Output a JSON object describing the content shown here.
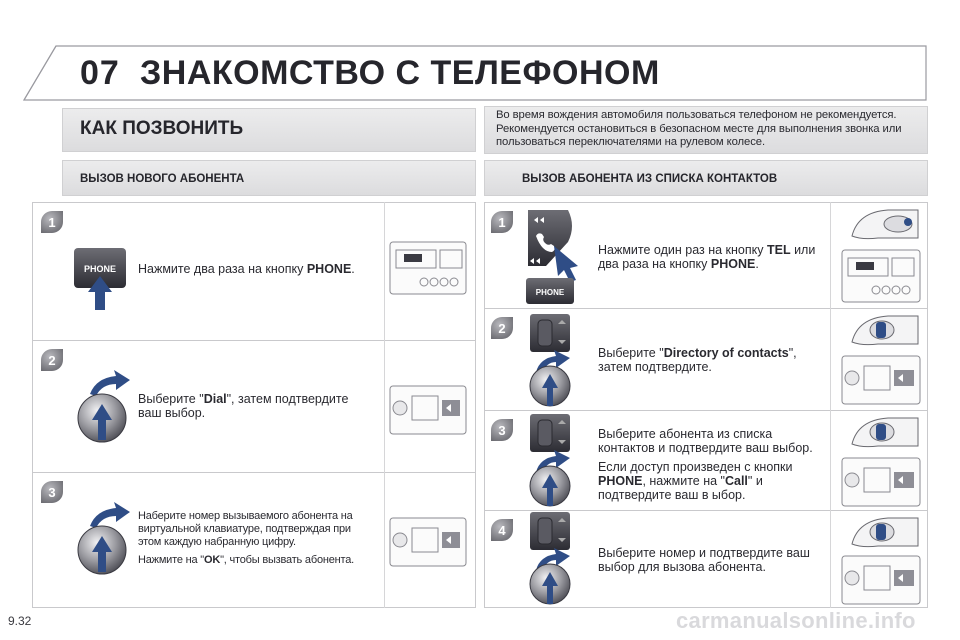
{
  "header": {
    "chapter_number": "07",
    "chapter_title": "ЗНАКОМСТВО С ТЕЛЕФОНОМ"
  },
  "section": {
    "title": "КАК ПОЗВОНИТЬ",
    "warning": "Во время вождения автомобиля пользоваться телефоном не рекомендуется. Рекомендуется остановиться в безопасном месте для выполнения звонка или пользоваться переключателями на рулевом колесе."
  },
  "left": {
    "title": "ВЫЗОВ НОВОГО АБОНЕНТА",
    "steps": [
      {
        "num": "1",
        "pre": "Нажмите два раза на кнопку ",
        "bold": "PHONE",
        "post": "."
      },
      {
        "num": "2",
        "pre": "Выберите \"",
        "bold": "Dial",
        "post": "\", затем подтвердите ваш выбор."
      },
      {
        "num": "3",
        "line1": "Наберите номер вызываемого абонента на виртуальной клавиатуре, подтверждая при этом каждую набранную цифру.",
        "line2_pre": "Нажмите на \"",
        "line2_bold": "OK",
        "line2_post": "\", чтобы вызвать абонента."
      }
    ]
  },
  "right": {
    "title": "ВЫЗОВ АБОНЕНТА ИЗ СПИСКА КОНТАКТОВ",
    "steps": [
      {
        "num": "1",
        "pre": "Нажмите один раз на кнопку ",
        "bold": "TEL",
        "mid": " или два раза на кнопку ",
        "bold2": "PHONE",
        "post": "."
      },
      {
        "num": "2",
        "pre": "Выберите \"",
        "bold": "Directory of contacts",
        "post": "\", затем подтвердите."
      },
      {
        "num": "3",
        "line1": "Выберите абонента из списка контактов и подтвердите ваш выбор.",
        "line2_pre": "Если доступ произведен с кнопки ",
        "line2_bold": "PHONE",
        "line2_mid": ", нажмите на \"",
        "line2_bold2": "Call",
        "line2_post": "\" и подтвердите ваш в ыбор."
      },
      {
        "num": "4",
        "text": "Выберите номер и подтвердите ваш выбор для вызова абонента."
      }
    ]
  },
  "labels": {
    "phone_button": "PHONE"
  },
  "footer": {
    "page_number": "9.32",
    "watermark": "carmanualsonline.info"
  },
  "colors": {
    "accent_blue": "#2f4d86",
    "badge_grey": "#8a8a8f",
    "band_grey": "#e4e4e6"
  }
}
